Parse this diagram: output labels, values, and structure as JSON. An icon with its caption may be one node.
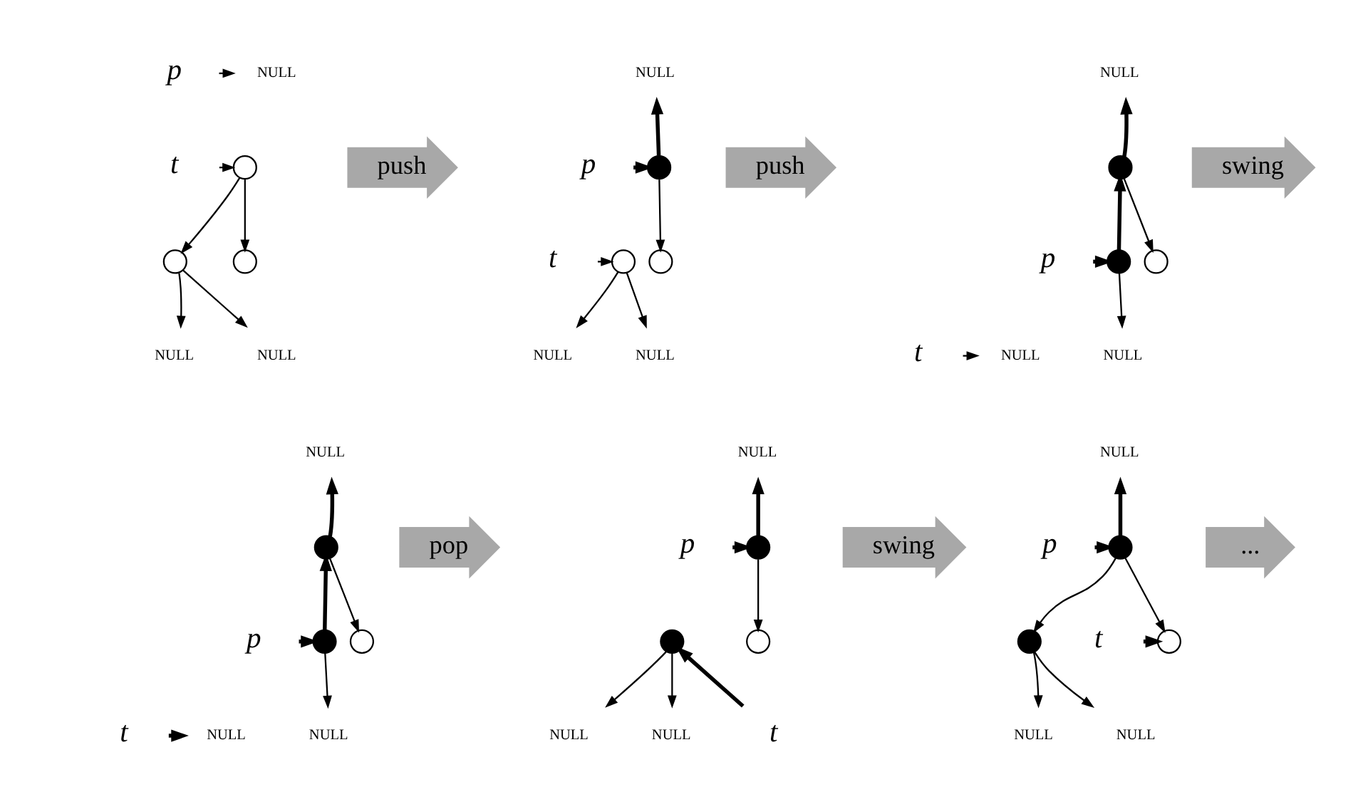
{
  "diagram": {
    "nodes": [
      {
        "text": [
          "p"
        ]
      },
      {
        "text": [
          "NULL"
        ]
      },
      {
        "text": [
          "t"
        ]
      },
      {
        "text": [],
        "shape": "circle"
      },
      {
        "text": [],
        "shape": "circle"
      },
      {
        "text": [],
        "shape": "circle"
      },
      {
        "text": [
          "NULL"
        ]
      },
      {
        "text": [
          "NULL"
        ]
      },
      {
        "text": [
          "push"
        ]
      },
      {
        "text": [
          "NULL"
        ]
      },
      {
        "text": [],
        "shape": "circle"
      },
      {
        "text": [
          "p"
        ]
      },
      {
        "text": [
          "t"
        ]
      },
      {
        "text": [],
        "shape": "circle"
      },
      {
        "text": [],
        "shape": "circle"
      },
      {
        "text": [
          "NULL"
        ]
      },
      {
        "text": [
          "NULL"
        ]
      },
      {
        "text": [
          "push"
        ]
      },
      {
        "text": [
          "NULL"
        ]
      },
      {
        "text": [],
        "shape": "circle"
      },
      {
        "text": [
          "p"
        ]
      },
      {
        "text": [],
        "shape": "circle"
      },
      {
        "text": [],
        "shape": "circle"
      },
      {
        "text": [
          "t"
        ]
      },
      {
        "text": [
          "NULL"
        ]
      },
      {
        "text": [
          "NULL"
        ]
      },
      {
        "text": [
          "swing"
        ]
      },
      {
        "text": [
          "NULL"
        ]
      },
      {
        "text": [],
        "shape": "circle"
      },
      {
        "text": [
          "p"
        ]
      },
      {
        "text": [],
        "shape": "circle"
      },
      {
        "text": [],
        "shape": "circle"
      },
      {
        "text": [
          "NULL"
        ]
      },
      {
        "text": [
          "NULL"
        ]
      },
      {
        "text": [
          "t"
        ]
      },
      {
        "text": [
          "pop"
        ]
      },
      {
        "text": [
          "NULL"
        ]
      },
      {
        "text": [],
        "shape": "circle"
      },
      {
        "text": [
          "p"
        ]
      },
      {
        "text": [],
        "shape": "circle"
      },
      {
        "text": [],
        "shape": "circle"
      },
      {
        "text": [
          "NULL"
        ]
      },
      {
        "text": [
          "NULL"
        ]
      },
      {
        "text": [
          "t"
        ]
      },
      {
        "text": [
          "swing"
        ]
      },
      {
        "text": [
          "NULL"
        ]
      },
      {
        "text": [],
        "shape": "circle"
      },
      {
        "text": [
          "p"
        ]
      },
      {
        "text": [],
        "shape": "circle"
      },
      {
        "text": [],
        "shape": "circle"
      },
      {
        "text": [
          "NULL"
        ]
      },
      {
        "text": [
          "NULL"
        ]
      },
      {
        "text": [
          "t"
        ]
      },
      {
        "text": [
          "..."
        ]
      }
    ],
    "edges": [
      {
        "from": 0,
        "to": 1,
        "arrow": "to"
      },
      {
        "from": 2,
        "to": 3,
        "arrow": "to"
      },
      {
        "from": 3,
        "to": 4,
        "arrow": "to"
      },
      {
        "from": 3,
        "to": 5,
        "arrow": "to"
      },
      {
        "from": 4,
        "to": 6,
        "arrow": "to"
      },
      {
        "from": 4,
        "to": 7,
        "arrow": "to"
      },
      {
        "from": 10,
        "to": 9,
        "arrow": "to",
        "style": "thick"
      },
      {
        "from": 11,
        "to": 10,
        "arrow": "to",
        "style": "thick"
      },
      {
        "from": 10,
        "to": 14,
        "arrow": "to"
      },
      {
        "from": 12,
        "to": 13,
        "arrow": "to"
      },
      {
        "from": 13,
        "to": 15,
        "arrow": "to"
      },
      {
        "from": 13,
        "to": 16,
        "arrow": "to"
      },
      {
        "from": 19,
        "to": 18,
        "arrow": "to",
        "style": "thick"
      },
      {
        "from": 21,
        "to": 19,
        "arrow": "to",
        "style": "thick"
      },
      {
        "from": 20,
        "to": 21,
        "arrow": "to",
        "style": "thick"
      },
      {
        "from": 19,
        "to": 22,
        "arrow": "to"
      },
      {
        "from": 23,
        "to": 24,
        "arrow": "to"
      },
      {
        "from": 21,
        "to": 25,
        "arrow": "to"
      },
      {
        "from": 28,
        "to": 27,
        "arrow": "to",
        "style": "thick"
      },
      {
        "from": 30,
        "to": 28,
        "arrow": "to",
        "style": "thick"
      },
      {
        "from": 29,
        "to": 30,
        "arrow": "to",
        "style": "thick"
      },
      {
        "from": 28,
        "to": 31,
        "arrow": "to"
      },
      {
        "from": 30,
        "to": 32,
        "arrow": "to"
      },
      {
        "from": 34,
        "to": 33,
        "arrow": "to",
        "style": "thick"
      },
      {
        "from": 37,
        "to": 36,
        "arrow": "to",
        "style": "thick"
      },
      {
        "from": 38,
        "to": 37,
        "arrow": "to",
        "style": "thick"
      },
      {
        "from": 37,
        "to": 40,
        "arrow": "to"
      },
      {
        "from": 39,
        "to": 41,
        "arrow": "to"
      },
      {
        "from": 39,
        "to": 42,
        "arrow": "to"
      },
      {
        "from": 43,
        "to": 39,
        "arrow": "to",
        "style": "thick"
      },
      {
        "from": 46,
        "to": 45,
        "arrow": "to",
        "style": "thick"
      },
      {
        "from": 47,
        "to": 46,
        "arrow": "to",
        "style": "thick"
      },
      {
        "from": 46,
        "to": 48,
        "arrow": "to"
      },
      {
        "from": 46,
        "to": 49,
        "arrow": "to"
      },
      {
        "from": 48,
        "to": 50,
        "arrow": "to"
      },
      {
        "from": 48,
        "to": 51,
        "arrow": "to"
      },
      {
        "from": 52,
        "to": 49,
        "arrow": "to",
        "style": "thick"
      }
    ]
  }
}
